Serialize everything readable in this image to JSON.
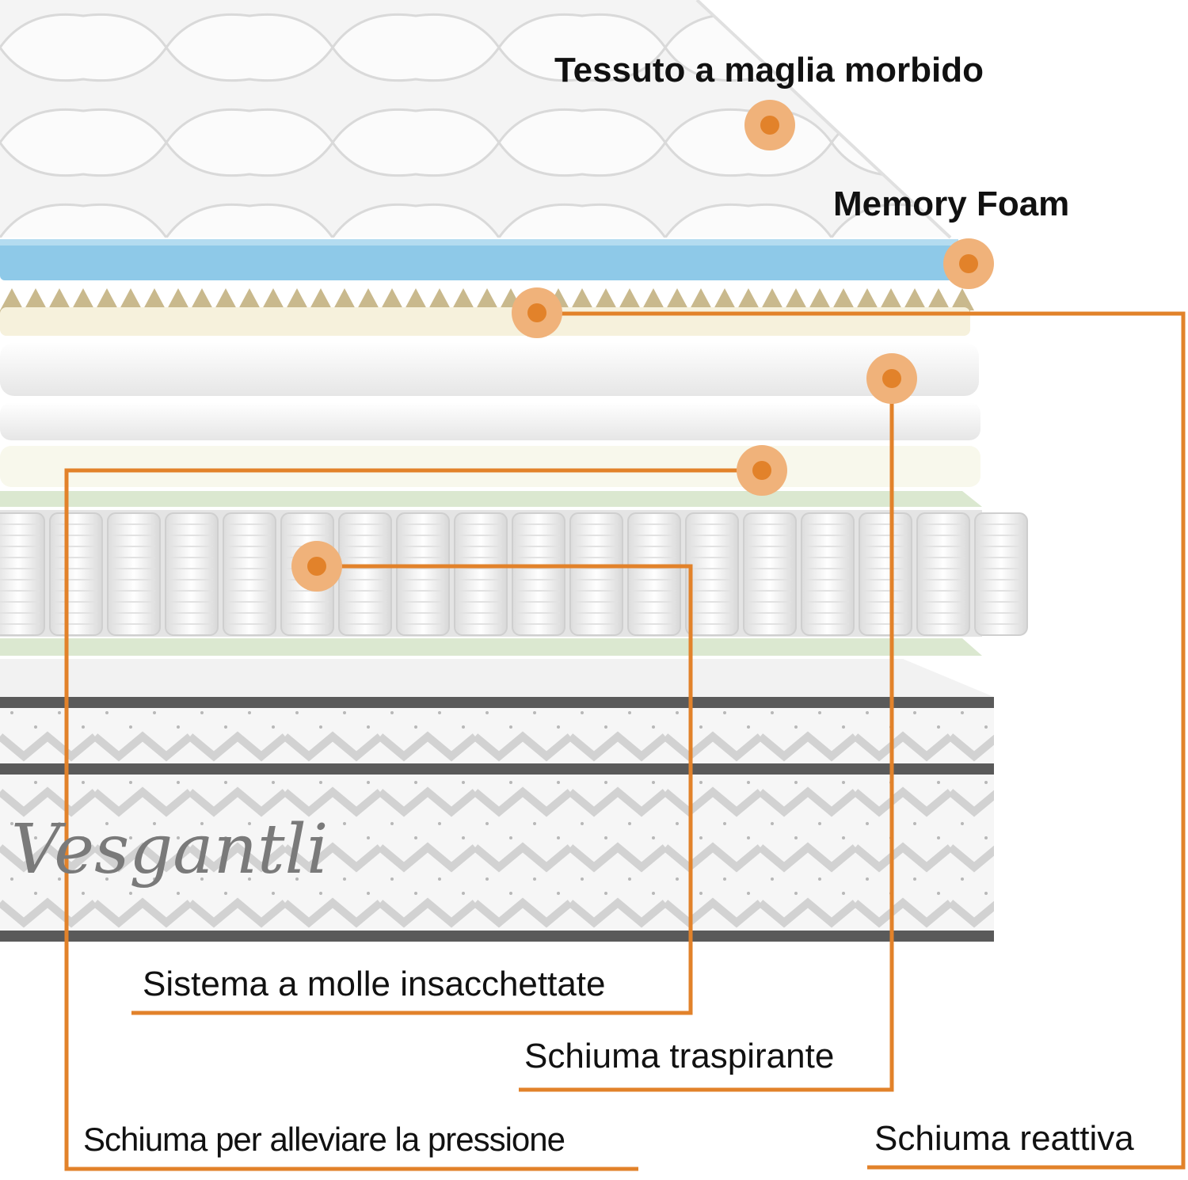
{
  "labels": {
    "top_fabric": "Tessuto a maglia morbido",
    "memory_foam": "Memory Foam",
    "pocket_springs": "Sistema a molle insacchettate",
    "breathable_foam": "Schiuma traspirante",
    "pressure_relief_foam": "Schiuma per alleviare la pressione",
    "reactive_foam": "Schiuma reattiva"
  },
  "brand": "Vesgantli",
  "colors": {
    "accent": "#e2822a",
    "marker_halo": "#f0b27a",
    "memory_foam": "#8ec9e8",
    "wave_foam": "#c9b98d",
    "green_foam": "#dbe8d0",
    "border_tape": "#5a5a5a"
  }
}
